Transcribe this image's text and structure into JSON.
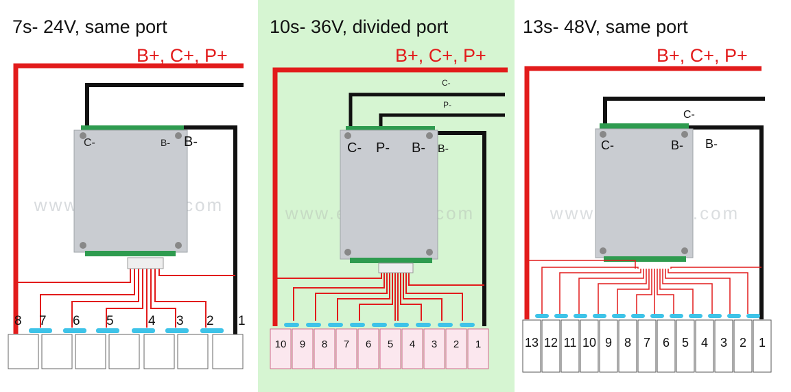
{
  "panels": [
    {
      "title": "7s- 24V, same port",
      "positive_label": "B+, C+, P+",
      "board_labels": [
        "C-",
        "B-"
      ],
      "wire_labels": [
        "B-"
      ],
      "cell_numbers": [
        "8",
        "7",
        "6",
        "5",
        "4",
        "3",
        "2",
        "1"
      ],
      "watermark": "www.elecycles.com"
    },
    {
      "title": "10s- 36V, divided port",
      "positive_label": "B+, C+, P+",
      "board_labels": [
        "C-",
        "P-",
        "B-"
      ],
      "wire_labels": [
        "C-",
        "P-",
        "B-"
      ],
      "cell_numbers": [
        "10",
        "9",
        "8",
        "7",
        "6",
        "5",
        "4",
        "3",
        "2",
        "1"
      ],
      "watermark": "www.elecycles.com"
    },
    {
      "title": "13s- 48V, same port",
      "positive_label": "B+, C+, P+",
      "board_labels": [
        "C-",
        "B-"
      ],
      "wire_labels": [
        "C-",
        "B-"
      ],
      "cell_numbers": [
        "13",
        "12",
        "11",
        "10",
        "9",
        "8",
        "7",
        "6",
        "5",
        "4",
        "3",
        "2",
        "1"
      ],
      "watermark": "www.elecycles.com"
    }
  ],
  "colors": {
    "positive_wire": "#e21b1b",
    "negative_wire": "#111111",
    "link_strip": "#3ec3e8",
    "panel2_background": "#d6f5d2",
    "board_plate": "#c9ccd1"
  }
}
